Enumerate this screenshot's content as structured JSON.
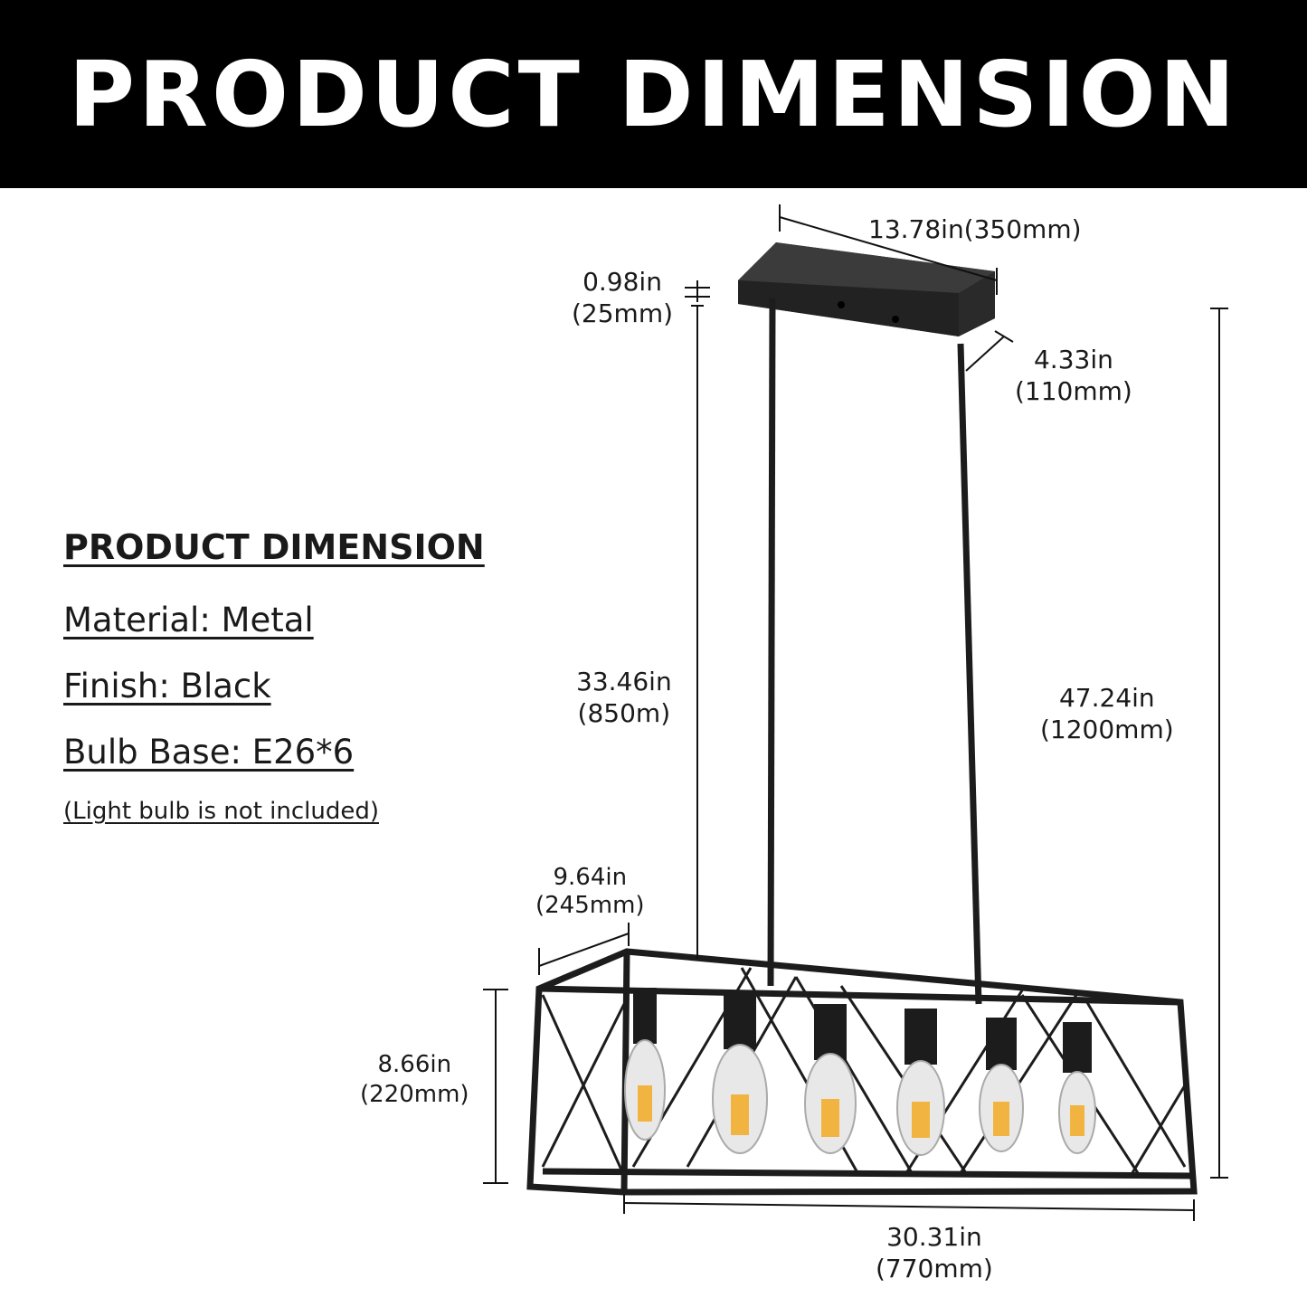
{
  "banner": {
    "title": "PRODUCT DIMENSION"
  },
  "specs": {
    "heading": "PRODUCT DIMENSION",
    "material": "Material: Metal",
    "finish": "Finish: Black",
    "bulb_base": "Bulb Base:  E26*6",
    "note": "(Light bulb is not included)"
  },
  "dimensions": {
    "canopy_length": "13.78in(350mm)",
    "canopy_height_in": "0.98in",
    "canopy_height_mm": "(25mm)",
    "canopy_width_in": "4.33in",
    "canopy_width_mm": "(110mm)",
    "rod_length_in": "33.46in",
    "rod_length_mm": "(850m)",
    "total_height_in": "47.24in",
    "total_height_mm": "(1200mm)",
    "cage_depth_in": "9.64in",
    "cage_depth_mm": "(245mm)",
    "cage_height_in": "8.66in",
    "cage_height_mm": "(220mm)",
    "cage_length_in": "30.31in",
    "cage_length_mm": "(770mm)"
  },
  "colors": {
    "banner": "#000000",
    "fixture": "#1c1c1c",
    "bulb_glow": "#f2b441"
  }
}
